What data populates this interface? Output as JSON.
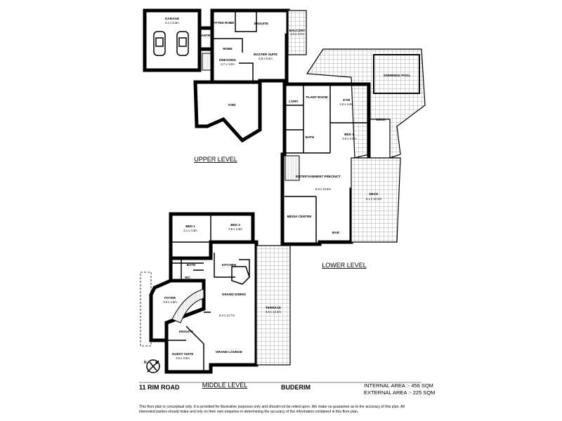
{
  "rooms": {
    "garage": {
      "name": "GARAGE",
      "dims": "6.1 x 6.3m"
    },
    "pantry": {
      "name": "PANTRY",
      "dims": ""
    },
    "fitted_robe": {
      "name": "FITTED ROBE",
      "dims": ""
    },
    "ensuite_upper": {
      "name": "ENSUITE",
      "dims": ""
    },
    "balcony": {
      "name": "BALCONY",
      "dims": "3.3 x 4.7m"
    },
    "robe": {
      "name": "ROBE",
      "dims": ""
    },
    "dressing": {
      "name": "DRESSING",
      "dims": "3.7 x 3.0m"
    },
    "master_suite": {
      "name": "MASTER SUITE",
      "dims": "5.8 x 5.2m"
    },
    "void": {
      "name": "VOID",
      "dims": ""
    },
    "swimming_pool": {
      "name": "SWIMMING POOL",
      "dims": ""
    },
    "plant_room": {
      "name": "PLANT ROOM",
      "dims": ""
    },
    "laundry": {
      "name": "L'DRY",
      "dims": ""
    },
    "gym": {
      "name": "GYM",
      "dims": "3.6 x 4.3m"
    },
    "deck_upper": {
      "name": "DECK",
      "dims": ""
    },
    "bath_lower": {
      "name": "BATH",
      "dims": ""
    },
    "bed4": {
      "name": "BED 4",
      "dims": "4.6 x 2.5m"
    },
    "entertainment": {
      "name": "ENTERTAINMENT PRECINCT",
      "dims": "8.8 x 10.8m"
    },
    "media_centre": {
      "name": "MEDIA CENTRE",
      "dims": ""
    },
    "bar": {
      "name": "BAR",
      "dims": ""
    },
    "deck_lower": {
      "name": "DECK",
      "dims": "5.1 x 10.4m"
    },
    "bed1": {
      "name": "BED 1",
      "dims": "3.1 x 4.3m"
    },
    "bed2": {
      "name": "BED 2",
      "dims": "3.8 x 3.3m"
    },
    "bath_middle": {
      "name": "BATH",
      "dims": ""
    },
    "wc": {
      "name": "WC",
      "dims": ""
    },
    "kitchen": {
      "name": "KITCHEN",
      "dims": ""
    },
    "foyer": {
      "name": "FOYER",
      "dims": "3.8 x 4.5m"
    },
    "grand_dining": {
      "name": "GRAND DINING",
      "dims": "5.3 x 14.7m"
    },
    "terrace": {
      "name": "TERRACE",
      "dims": "4.6 x 14.2m"
    },
    "ensuite_middle": {
      "name": "ENSUITE",
      "dims": ""
    },
    "guest_suite": {
      "name": "GUEST SUITE",
      "dims": "3.8 x 3.6m"
    },
    "grand_lounge": {
      "name": "GRAND LOUNGE",
      "dims": ""
    }
  },
  "levels": {
    "upper": "UPPER LEVEL",
    "lower": "LOWER LEVEL",
    "middle": "MIDDLE LEVEL"
  },
  "footer": {
    "address": "11 RIM ROAD",
    "suburb": "BUDERIM",
    "internal_area": "INTERNAL AREA :- 456 SQM",
    "external_area": "EXTERNAL AREA :- 225 SQM",
    "disclaimer": "This floor plan is conceptual only. It is provided for illustrative purposes only and should not be relied upon. We make no guarantee as to the accuracy of this plan. All interested parties should make and rely on their own enquiries in determining the accuracy of the information contained in this floor plan."
  },
  "compass": {
    "label": "N"
  },
  "colors": {
    "walls": "#000000",
    "background": "#ffffff",
    "tile_lines": "#555555"
  }
}
